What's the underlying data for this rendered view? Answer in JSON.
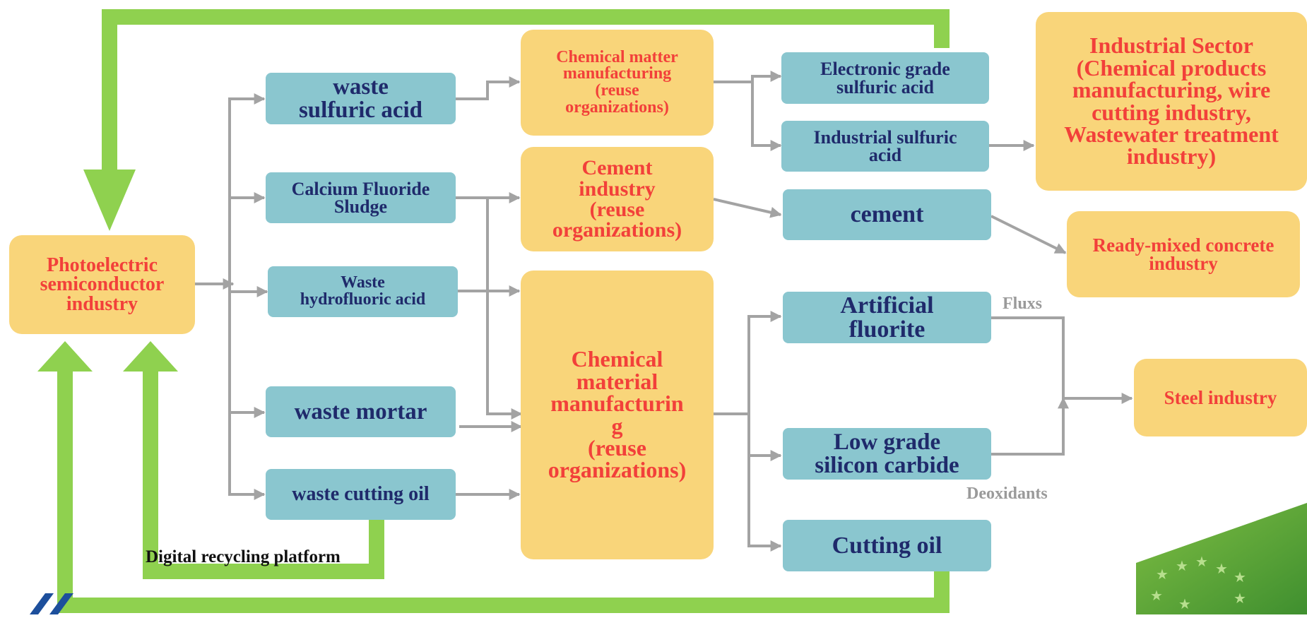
{
  "colors": {
    "node_blue": "#8ac6cf",
    "node_blue_text": "#1f2a6b",
    "node_orange": "#f9d57a",
    "node_orange_text": "#f2403a",
    "flow_arrow": "#a3a3a3",
    "recycle_loop": "#8fd14f"
  },
  "nodes": {
    "photoelectric": "Photoelectric\nsemiconductor\nindustry",
    "waste_sulfuric": "waste\nsulfuric acid",
    "caf_sludge": "Calcium Fluoride\nSludge",
    "waste_hf": "Waste\nhydrofluoric acid",
    "waste_mortar": "waste mortar",
    "waste_cutting_oil": "waste cutting oil",
    "chem_matter_mfg": "Chemical matter\nmanufacturing\n(reuse\norganizations)",
    "cement_industry": "Cement\nindustry\n(reuse\norganizations)",
    "chem_material_mfg": "Chemical\nmaterial\nmanufacturin\ng\n(reuse\norganizations)",
    "electronic_sulfuric": "Electronic grade\nsulfuric acid",
    "industrial_sulfuric": "Industrial sulfuric\nacid",
    "cement": "cement",
    "artificial_fluorite": "Artificial\nfluorite",
    "low_grade_sic": "Low grade\nsilicon carbide",
    "cutting_oil": "Cutting oil",
    "industrial_sector": "Industrial Sector\n(Chemical products\nmanufacturing, wire\ncutting industry,\nWastewater treatment\nindustry)",
    "ready_mixed": "Ready-mixed concrete\nindustry",
    "steel": "Steel industry"
  },
  "labels": {
    "fluxs": "Fluxs",
    "deoxidants": "Deoxidants",
    "digital_platform": "Digital recycling platform"
  },
  "icons": {
    "corner": "green-star-banner-icon",
    "logo": "partial-blue-logo-icon"
  }
}
